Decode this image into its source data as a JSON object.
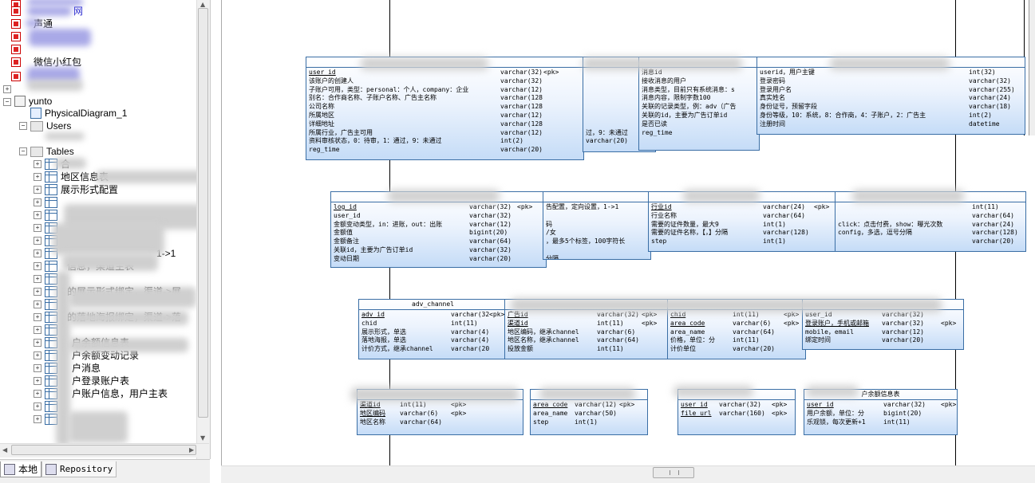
{
  "browser": {
    "top_items": [
      {
        "label": "",
        "red": true
      },
      {
        "label": "网",
        "red": true
      },
      {
        "label": "声通",
        "red": true
      },
      {
        "label": "",
        "red": true
      },
      {
        "label": "",
        "red": true
      },
      {
        "label": "微信小红包",
        "red": true
      },
      {
        "label": "",
        "red": true
      }
    ],
    "model_name": "yunto",
    "diagram_name": "PhysicalDiagram_1",
    "users_folder": "Users",
    "tables_folder": "Tables",
    "tables": [
      "合",
      "地区信息表",
      "展示形式配置",
      "",
      "",
      "",
      "",
      "1->1",
      "信息，渠道主表",
      "",
      "的展示形式绑定，渠道->展",
      "",
      "的落地海报绑定，渠道->落",
      "",
      "户余额信息表",
      "户余额变动记录",
      "户消息",
      "户登录账户表",
      "户账户信息，用户主表",
      "",
      ""
    ],
    "tabs": [
      {
        "label": "本地"
      },
      {
        "label": "Repository"
      }
    ]
  },
  "diagram": {
    "entities": [
      {
        "title": "",
        "rows": [
          [
            "user_id",
            "varchar(32)",
            "<pk>"
          ],
          [
            "该账户的创建人",
            "varchar(32)",
            ""
          ],
          [
            "子账户可用，类型：personal：个人，company：企业",
            "varchar(12)",
            ""
          ],
          [
            "别名：合作商名称、子账户名称、广告主名称",
            "varchar(128)",
            ""
          ],
          [
            "公司名称",
            "varchar(128)",
            ""
          ],
          [
            "所属地区",
            "varchar(12)",
            ""
          ],
          [
            "详细地址",
            "varchar(128)",
            ""
          ],
          [
            "所属行业，广告主可用",
            "varchar(12)",
            ""
          ],
          [
            "资料审核状态，0：待审，1：通过，9：未通过",
            "int(2)",
            ""
          ],
          [
            "reg_time",
            "varchar(20)",
            ""
          ]
        ]
      },
      {
        "title": "",
        "rows": [
          [
            "",
            "",
            ""
          ],
          [
            "",
            "",
            ""
          ],
          [
            "",
            "",
            ""
          ],
          [
            "",
            "",
            ""
          ],
          [
            "",
            "",
            ""
          ],
          [
            "",
            "",
            ""
          ],
          [
            "",
            "",
            ""
          ],
          [
            "过，9：未通过",
            "",
            ""
          ],
          [
            "varchar(20)",
            "",
            ""
          ]
        ]
      },
      {
        "title": "",
        "rows": [
          [
            "消息id",
            "",
            ""
          ],
          [
            "接收消息的用户",
            "",
            ""
          ],
          [
            "消息类型，目前只有系统消息：s",
            "",
            ""
          ],
          [
            "消息内容，限制字数100",
            "",
            ""
          ],
          [
            "关联的记录类型，例：adv（广告",
            "",
            ""
          ],
          [
            "关联的id，主要为广告订单id",
            "",
            ""
          ],
          [
            "是否已读",
            "",
            ""
          ],
          [
            "reg_time",
            "",
            ""
          ]
        ]
      },
      {
        "title": "",
        "rows": [
          [
            "userid，用户主键",
            "int(32)",
            ""
          ],
          [
            "登录密码",
            "varchar(32)",
            ""
          ],
          [
            "登录用户名",
            "varchar(255)",
            ""
          ],
          [
            "真实姓名",
            "varchar(24)",
            ""
          ],
          [
            "身份证号，预留字段",
            "varchar(18)",
            ""
          ],
          [
            "身份等级，10：系统，8：合作商，4：子账户，2：广告主",
            "int(2)",
            ""
          ],
          [
            "注册时间",
            "datetime",
            ""
          ]
        ]
      },
      {
        "title": "",
        "rows": [
          [
            "log_id",
            "varchar(32)",
            "<pk>"
          ],
          [
            "user_id",
            "varchar(32)",
            ""
          ],
          [
            "金额变动类型，in：进账，out：出账",
            "varchar(12)",
            ""
          ],
          [
            "金额值",
            "bigint(20)",
            ""
          ],
          [
            "金额备注",
            "varchar(64)",
            ""
          ],
          [
            "关联id，主要为广告订单id",
            "varchar(32)",
            ""
          ],
          [
            "变动日期",
            "varchar(20)",
            ""
          ]
        ]
      },
      {
        "title": "",
        "rows": [
          [
            "告配置，定向设置，1->1",
            "",
            ""
          ],
          [
            "",
            "",
            ""
          ],
          [
            "码",
            "",
            ""
          ],
          [
            "/女",
            "",
            ""
          ],
          [
            "，最多5个标签，100字符长",
            "",
            ""
          ],
          [
            "",
            "",
            ""
          ],
          [
            "分隔",
            "",
            ""
          ]
        ]
      },
      {
        "title": "",
        "rows": [
          [
            "行业id",
            "varchar(24)",
            "<pk>"
          ],
          [
            "行业名称",
            "varchar(64)",
            ""
          ],
          [
            "需要的证件数量，最大9",
            "int(1)",
            ""
          ],
          [
            "需要的证件名称，【，】分隔",
            "varchar(128)",
            ""
          ],
          [
            "step",
            "int(1)",
            ""
          ]
        ]
      },
      {
        "title": "",
        "rows": [
          [
            "",
            "int(11)",
            ""
          ],
          [
            "",
            "varchar(64)",
            ""
          ],
          [
            "click：点击付费，show：曝光次数",
            "varchar(24)",
            ""
          ],
          [
            "config，多选，逗号分隔",
            "varchar(128)",
            ""
          ],
          [
            "",
            "varchar(20)",
            ""
          ]
        ]
      },
      {
        "title": "adv_channel",
        "rows": [
          [
            "adv_id",
            "varchar(32)",
            "<pk>"
          ],
          [
            "chid",
            "int(11)",
            ""
          ],
          [
            "展示形式，单选",
            "varchar(4)",
            ""
          ],
          [
            "落地海报，单选",
            "varchar(4)",
            ""
          ],
          [
            "计价方式，继承channel",
            "varchar(20)",
            ""
          ]
        ]
      },
      {
        "title": "",
        "rows": [
          [
            "广告id",
            "varchar(32)",
            "<pk>"
          ],
          [
            "渠道id",
            "int(11)",
            "<pk>"
          ],
          [
            "地区编码，继承channel",
            "varchar(6)",
            ""
          ],
          [
            "地区名称，继承channel",
            "varchar(64)",
            ""
          ],
          [
            "投放金额",
            "int(11)",
            ""
          ]
        ]
      },
      {
        "title": "",
        "rows": [
          [
            "chid",
            "int(11)",
            "<pk>"
          ],
          [
            "area_code",
            "varchar(6)",
            "<pk>"
          ],
          [
            "area_name",
            "varchar(64)",
            ""
          ],
          [
            "价格，单位：分",
            "int(11)",
            ""
          ],
          [
            "计价单位",
            "varchar(20)",
            ""
          ]
        ]
      },
      {
        "title": "",
        "rows": [
          [
            "user_id",
            "varchar(32)",
            ""
          ],
          [
            "登录账户，手机或邮箱",
            "varchar(32)",
            "<pk>"
          ],
          [
            "mobile，email",
            "varchar(12)",
            ""
          ],
          [
            "绑定时间",
            "varchar(20)",
            ""
          ]
        ]
      },
      {
        "title": "",
        "rows": [
          [
            "渠道id",
            "int(11)",
            "<pk>"
          ],
          [
            "地区编码",
            "varchar(6)",
            "<pk>"
          ],
          [
            "地区名称",
            "varchar(64)",
            ""
          ]
        ]
      },
      {
        "title": "",
        "rows": [
          [
            "area_code",
            "varchar(12)",
            "<pk>"
          ],
          [
            "area_name",
            "varchar(50)",
            ""
          ],
          [
            "step",
            "int(1)",
            ""
          ]
        ]
      },
      {
        "title": "",
        "rows": [
          [
            "user_id",
            "varchar(32)",
            "<pk>"
          ],
          [
            "file_url",
            "varchar(160)",
            "<pk>"
          ]
        ]
      },
      {
        "title": "户余额信息表",
        "rows": [
          [
            "user_id",
            "varchar(32)",
            "<pk>"
          ],
          [
            "用户余额，单位：分",
            "bigint(20)",
            ""
          ],
          [
            "乐观锁，每次更新+1",
            "int(11)",
            ""
          ]
        ]
      }
    ]
  }
}
